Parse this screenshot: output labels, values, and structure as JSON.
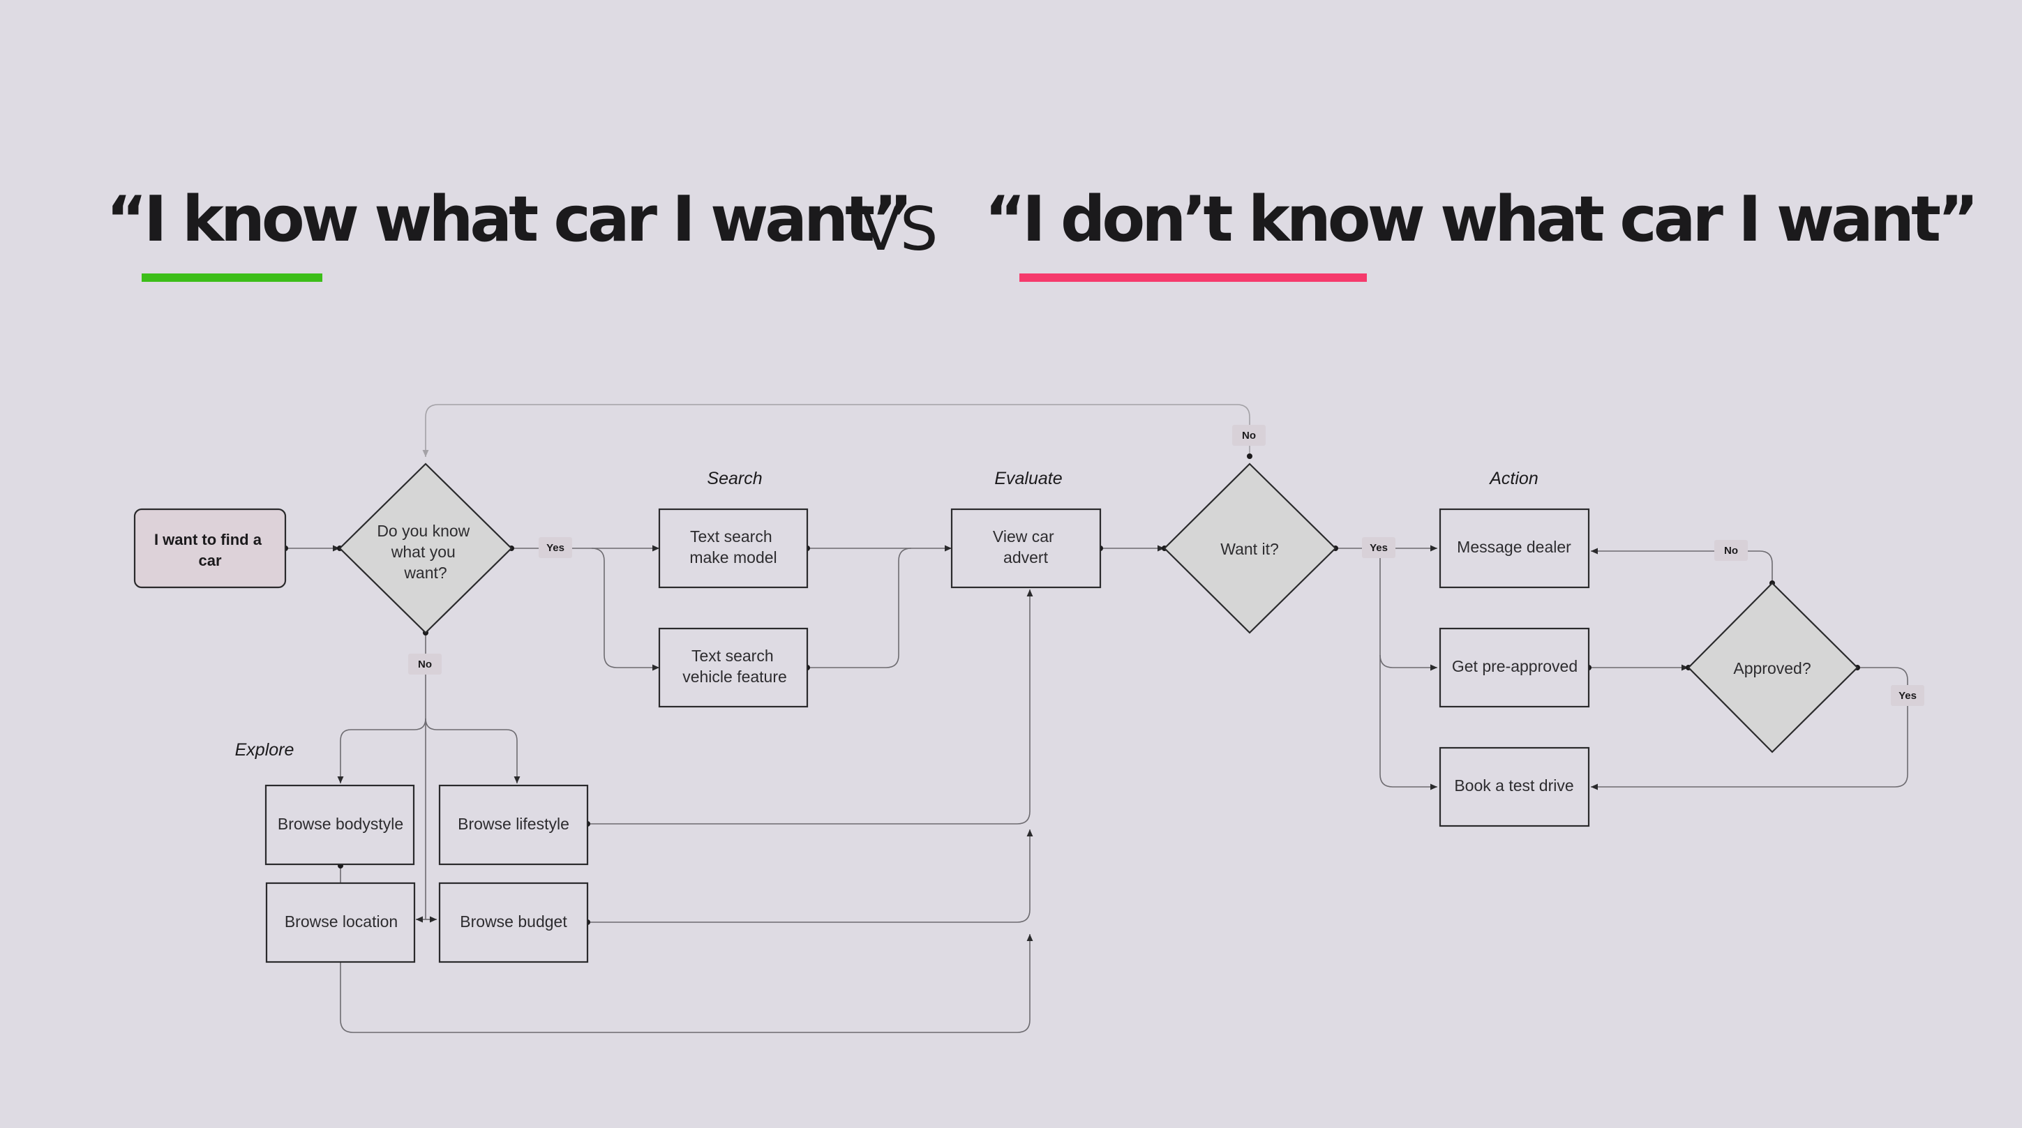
{
  "title": {
    "left": "“I know what car I want”",
    "vs": "VS",
    "right": "“I don’t know what car I want”"
  },
  "colors": {
    "background": "#dedbe3",
    "underline_left": "#3cbe19",
    "underline_right": "#f53a6c"
  },
  "sections": {
    "search": "Search",
    "evaluate": "Evaluate",
    "action": "Action",
    "explore": "Explore"
  },
  "nodes": {
    "start": [
      "I want to find a",
      "car"
    ],
    "know_decision": [
      "Do you know",
      "what you",
      "want?"
    ],
    "text_search_make": [
      "Text search",
      "make model"
    ],
    "text_search_feature": [
      "Text search",
      "vehicle feature"
    ],
    "view_car": [
      "View car",
      "advert"
    ],
    "want_it": [
      "Want it?"
    ],
    "message_dealer": [
      "Message dealer"
    ],
    "get_preapproved": [
      "Get pre-approved"
    ],
    "book_test_drive": [
      "Book a test drive"
    ],
    "approved": [
      "Approved?"
    ],
    "browse_bodystyle": [
      "Browse bodystyle"
    ],
    "browse_lifestyle": [
      "Browse lifestyle"
    ],
    "browse_location": [
      "Browse location"
    ],
    "browse_budget": [
      "Browse budget"
    ]
  },
  "tags": {
    "know_yes": "Yes",
    "know_no": "No",
    "want_no": "No",
    "want_yes": "Yes",
    "approved_no": "No",
    "approved_yes": "Yes"
  }
}
